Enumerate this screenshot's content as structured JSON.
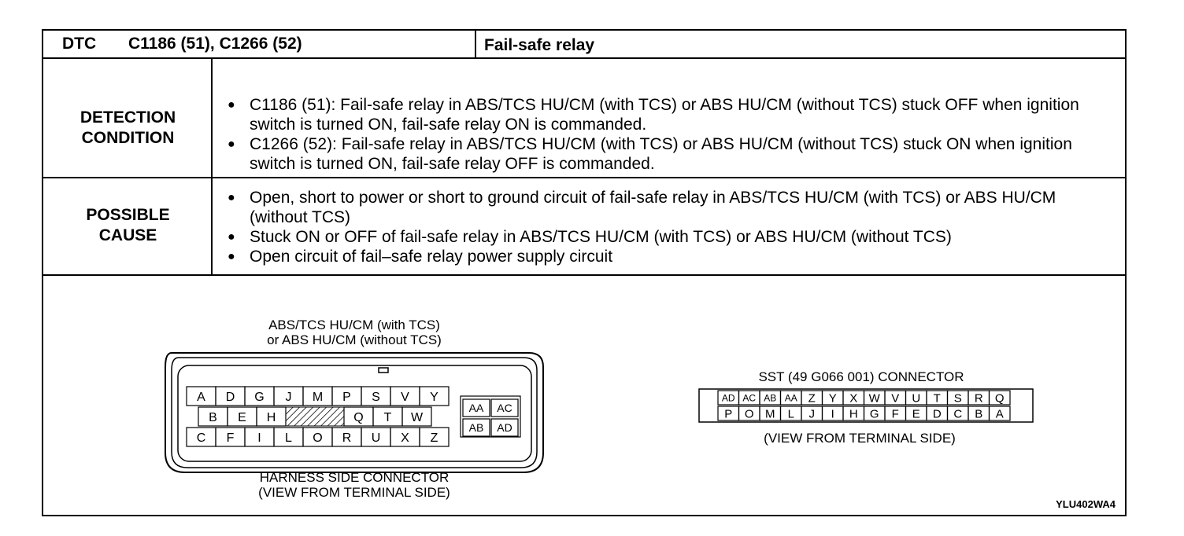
{
  "header": {
    "dtc_label": "DTC",
    "dtc_codes": "C1186 (51), C1266 (52)",
    "title": "Fail-safe relay"
  },
  "detection": {
    "label_line1": "DETECTION",
    "label_line2": "CONDITION",
    "items": [
      "C1186 (51): Fail-safe relay in ABS/TCS HU/CM (with TCS) or ABS HU/CM (without TCS) stuck OFF when ignition switch is turned ON, fail-safe relay ON is commanded.",
      "C1266 (52): Fail-safe relay in ABS/TCS HU/CM (with TCS) or ABS HU/CM (without TCS) stuck ON when ignition switch is turned ON, fail-safe relay OFF is commanded."
    ]
  },
  "possible_cause": {
    "label_line1": "POSSIBLE",
    "label_line2": "CAUSE",
    "items": [
      "Open, short to power or short to ground circuit of fail-safe relay in ABS/TCS HU/CM (with TCS) or ABS HU/CM (without TCS)",
      "Stuck ON or OFF of fail-safe relay in ABS/TCS HU/CM (with TCS) or ABS HU/CM (without TCS)",
      "Open circuit of fail–safe relay power supply circuit"
    ]
  },
  "harness_connector": {
    "caption_top1": "ABS/TCS HU/CM (with TCS)",
    "caption_top2": "or ABS HU/CM (without TCS)",
    "caption_bottom1": "HARNESS SIDE CONNECTOR",
    "caption_bottom2": "(VIEW FROM TERMINAL SIDE)",
    "row1": [
      "A",
      "D",
      "G",
      "J",
      "M",
      "P",
      "S",
      "V",
      "Y"
    ],
    "row2": [
      "B",
      "E",
      "H",
      "",
      "Q",
      "T",
      "W"
    ],
    "row3": [
      "C",
      "F",
      "I",
      "L",
      "O",
      "R",
      "U",
      "X",
      "Z"
    ],
    "side_top": [
      "AA",
      "AC"
    ],
    "side_bottom": [
      "AB",
      "AD"
    ]
  },
  "sst_connector": {
    "title": "SST (49 G066 001) CONNECTOR",
    "caption": "(VIEW FROM TERMINAL SIDE)",
    "row_top": [
      "AD",
      "AC",
      "AB",
      "AA",
      "Z",
      "Y",
      "X",
      "W",
      "V",
      "U",
      "T",
      "S",
      "R",
      "Q"
    ],
    "row_bottom": [
      "P",
      "O",
      "M",
      "L",
      "J",
      "I",
      "H",
      "G",
      "F",
      "E",
      "D",
      "C",
      "B",
      "A"
    ]
  },
  "figure_code": "YLU402WA4"
}
